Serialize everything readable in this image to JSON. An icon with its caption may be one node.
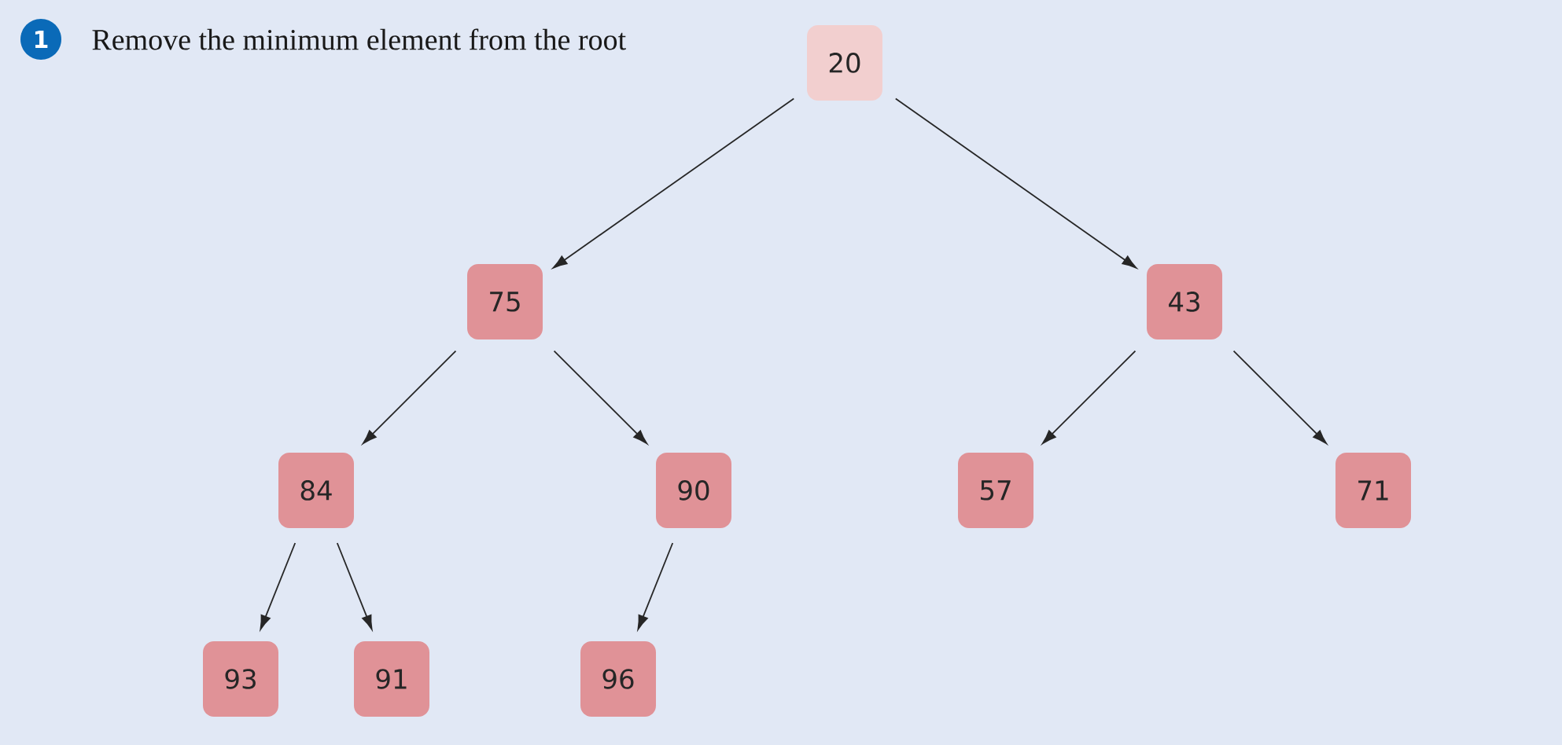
{
  "diagram": {
    "title": "Remove the minimum element from the root",
    "nodes": [
      {
        "text": [
          "20"
        ]
      },
      {
        "text": [
          "75"
        ]
      },
      {
        "text": [
          "43"
        ]
      },
      {
        "text": [
          "84"
        ]
      },
      {
        "text": [
          "90"
        ]
      },
      {
        "text": [
          "57"
        ]
      },
      {
        "text": [
          "71"
        ]
      },
      {
        "text": [
          "93"
        ]
      },
      {
        "text": [
          "91"
        ]
      },
      {
        "text": [
          "96"
        ]
      }
    ],
    "edges": [
      {
        "from": 0,
        "to": 1,
        "arrow": "to"
      },
      {
        "from": 0,
        "to": 2,
        "arrow": "to"
      },
      {
        "from": 1,
        "to": 3,
        "arrow": "to"
      },
      {
        "from": 1,
        "to": 4,
        "arrow": "to"
      },
      {
        "from": 2,
        "to": 5,
        "arrow": "to"
      },
      {
        "from": 2,
        "to": 6,
        "arrow": "to"
      },
      {
        "from": 3,
        "to": 7,
        "arrow": "to"
      },
      {
        "from": 3,
        "to": 8,
        "arrow": "to"
      },
      {
        "from": 4,
        "to": 9,
        "arrow": "to"
      }
    ],
    "labels": [
      "1"
    ]
  }
}
